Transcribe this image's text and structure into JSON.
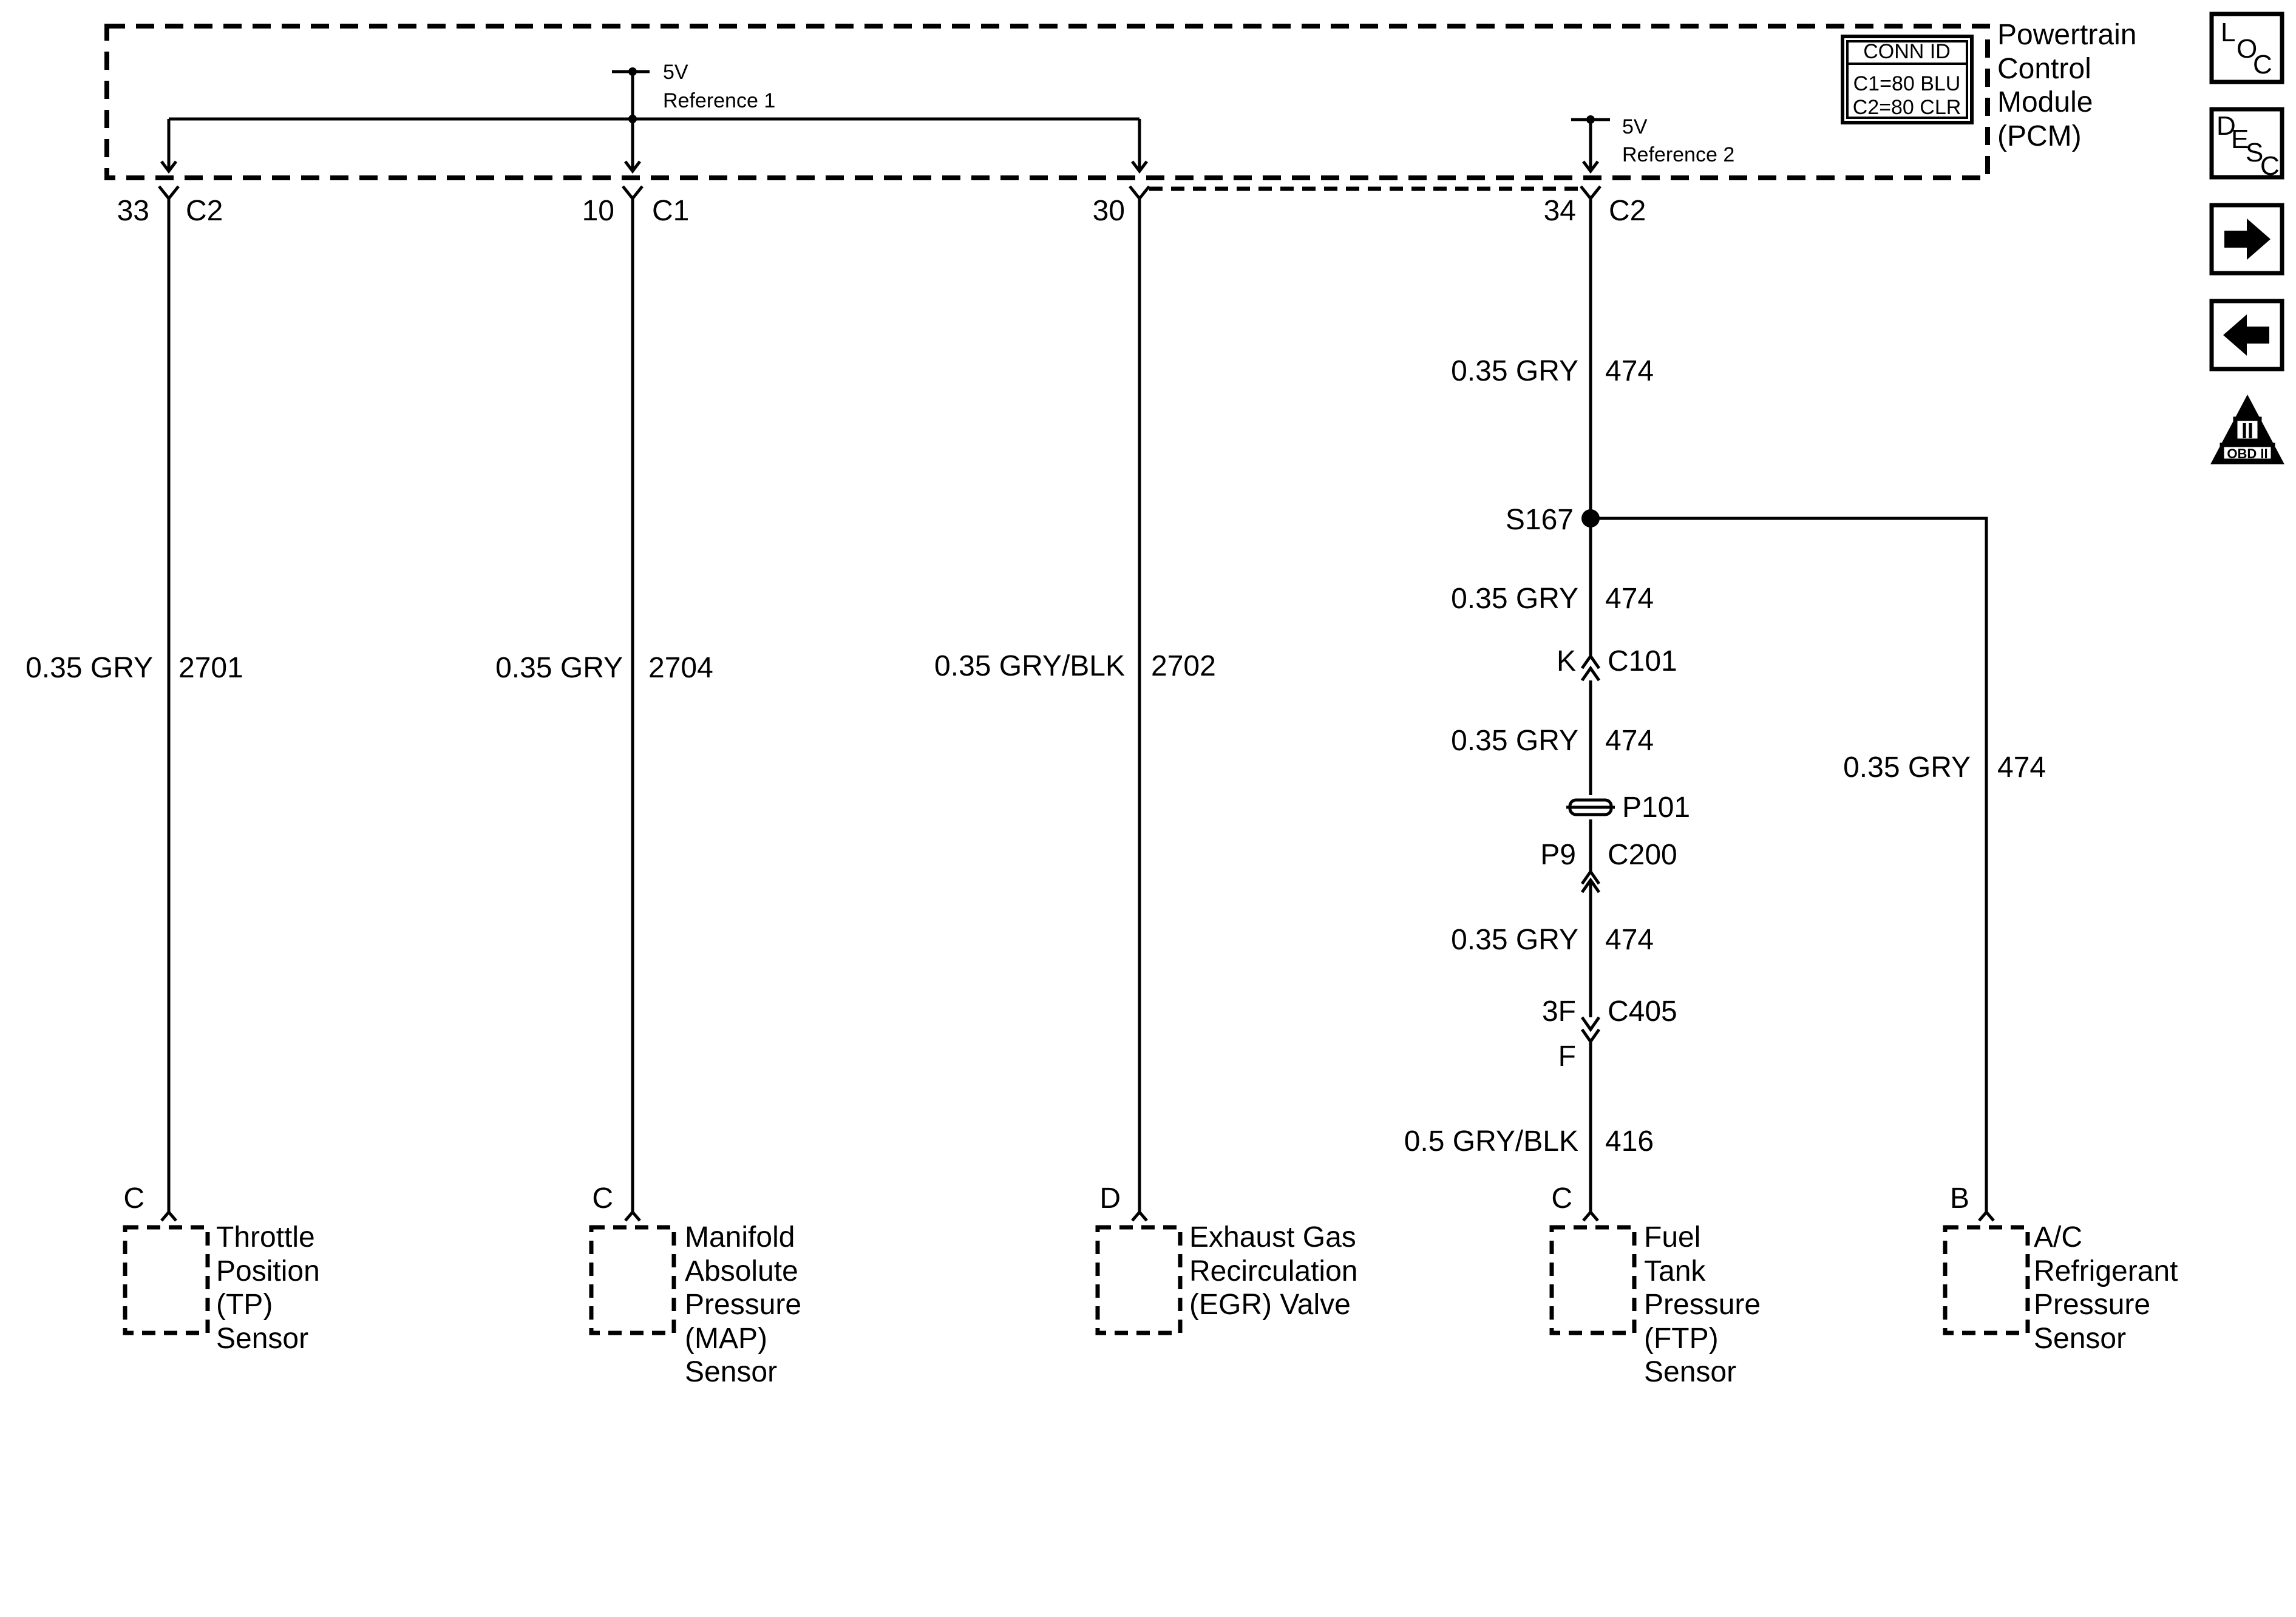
{
  "pcm": {
    "name_lines": [
      "Powertrain",
      "Control",
      "Module",
      "(PCM)"
    ],
    "conn_id": {
      "title": "CONN ID",
      "lines": [
        "C1=80 BLU",
        "C2=80 CLR"
      ]
    },
    "ref1": {
      "voltage": "5V",
      "label": "Reference 1"
    },
    "ref2": {
      "voltage": "5V",
      "label": "Reference 2"
    }
  },
  "pins": {
    "tp": {
      "pin": "33",
      "conn": "C2"
    },
    "map": {
      "pin": "10",
      "conn": "C1"
    },
    "egr": {
      "pin": "30"
    },
    "ftp": {
      "pin": "34",
      "conn": "C2"
    }
  },
  "wires": {
    "tp": {
      "gauge": "0.35 GRY",
      "circuit": "2701"
    },
    "map": {
      "gauge": "0.35 GRY",
      "circuit": "2704"
    },
    "egr": {
      "gauge": "0.35 GRY/BLK",
      "circuit": "2702"
    },
    "ftp_1": {
      "gauge": "0.35 GRY",
      "circuit": "474"
    },
    "ftp_2": {
      "gauge": "0.35 GRY",
      "circuit": "474"
    },
    "ftp_3": {
      "gauge": "0.35 GRY",
      "circuit": "474"
    },
    "ftp_4": {
      "gauge": "0.35 GRY",
      "circuit": "474"
    },
    "ftp_5": {
      "gauge": "0.5 GRY/BLK",
      "circuit": "416"
    },
    "ac": {
      "gauge": "0.35 GRY",
      "circuit": "474"
    }
  },
  "splice": {
    "id": "S167"
  },
  "connectors": {
    "c101": {
      "pin": "K",
      "id": "C101"
    },
    "p101": {
      "id": "P101"
    },
    "c200": {
      "pin": "P9",
      "id": "C200"
    },
    "c405": {
      "pin": "3F",
      "id": "C405",
      "pin_below": "F"
    }
  },
  "sensors": {
    "tp": {
      "pin": "C",
      "lines": [
        "Throttle",
        "Position",
        "(TP)",
        "Sensor"
      ]
    },
    "map": {
      "pin": "C",
      "lines": [
        "Manifold",
        "Absolute",
        "Pressure",
        "(MAP)",
        "Sensor"
      ]
    },
    "egr": {
      "pin": "D",
      "lines": [
        "Exhaust Gas",
        "Recirculation",
        "(EGR) Valve"
      ]
    },
    "ftp": {
      "pin": "C",
      "lines": [
        "Fuel",
        "Tank",
        "Pressure",
        "(FTP)",
        "Sensor"
      ]
    },
    "ac": {
      "pin": "B",
      "lines": [
        "A/C",
        "Refrigerant",
        "Pressure",
        "Sensor"
      ]
    }
  },
  "nav": {
    "loc": {
      "chars": [
        "L",
        "O",
        "C"
      ]
    },
    "desc": {
      "chars": [
        "D",
        "E",
        "S",
        "C"
      ]
    },
    "obd": {
      "roman": "II",
      "label": "OBD II"
    }
  }
}
